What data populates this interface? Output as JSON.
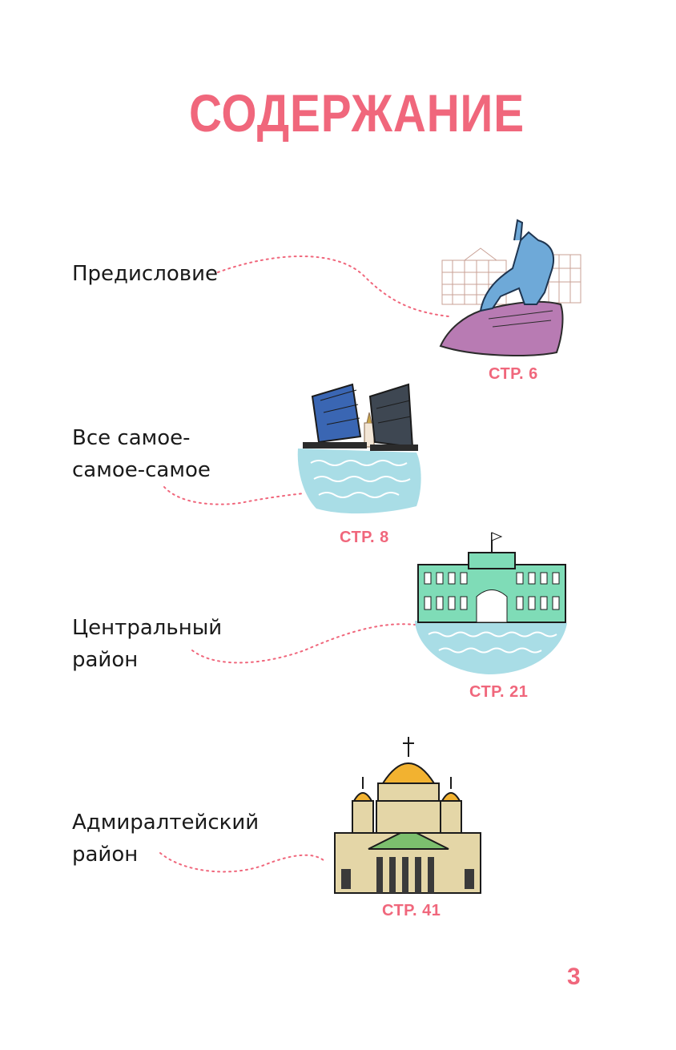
{
  "title": "СОДЕРЖАНИЕ",
  "entries": [
    {
      "lines": [
        "Предисловие"
      ],
      "page_ref": "СТР. 6"
    },
    {
      "lines": [
        "Все самое-",
        "самое-самое"
      ],
      "page_ref": "СТР. 8"
    },
    {
      "lines": [
        "Центральный",
        "район"
      ],
      "page_ref": "СТР. 21"
    },
    {
      "lines": [
        "Адмиралтейский",
        "район"
      ],
      "page_ref": "СТР. 41"
    }
  ],
  "page_number": "3",
  "colors": {
    "accent": "#f0677c",
    "text": "#1a1a1a",
    "water": "#a9dde6"
  }
}
